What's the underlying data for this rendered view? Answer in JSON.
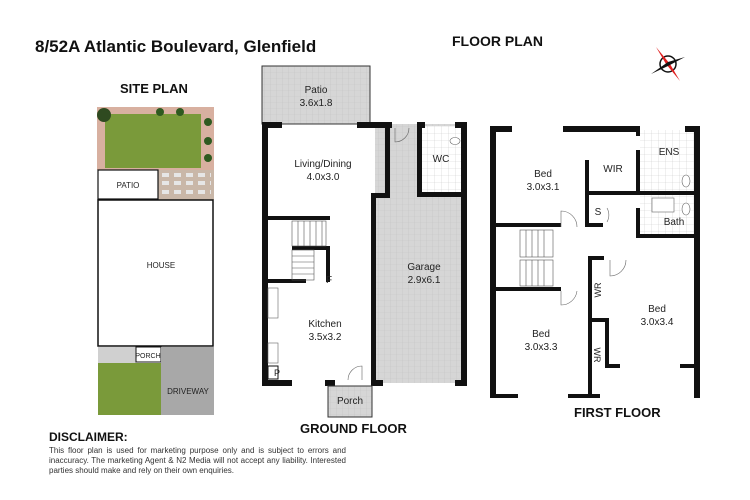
{
  "title": "8/52A Atlantic Boulevard, Glenfield",
  "floor_plan_heading": "FLOOR PLAN",
  "site_plan": {
    "heading": "SITE PLAN",
    "labels": {
      "patio": "PATIO",
      "house": "HOUSE",
      "porch": "PORCH",
      "driveway": "DRIVEWAY"
    }
  },
  "ground_floor": {
    "heading": "GROUND FLOOR",
    "rooms": {
      "patio": {
        "name": "Patio",
        "size": "3.6x1.8"
      },
      "living": {
        "name": "Living/Dining",
        "size": "4.0x3.0"
      },
      "wc": {
        "name": "WC"
      },
      "garage": {
        "name": "Garage",
        "size": "2.9x6.1"
      },
      "fridge": {
        "name": "F"
      },
      "kitchen": {
        "name": "Kitchen",
        "size": "3.5x3.2"
      },
      "pantry": {
        "name": "P"
      },
      "porch": {
        "name": "Porch"
      }
    }
  },
  "first_floor": {
    "heading": "FIRST FLOOR",
    "rooms": {
      "bed1": {
        "name": "Bed",
        "size": "3.0x3.1"
      },
      "wir": {
        "name": "WIR"
      },
      "ens": {
        "name": "ENS"
      },
      "storage": {
        "name": "S"
      },
      "bath": {
        "name": "Bath"
      },
      "wr1": {
        "name": "WR"
      },
      "wr2": {
        "name": "WR"
      },
      "bed2": {
        "name": "Bed",
        "size": "3.0x3.4"
      },
      "bed3": {
        "name": "Bed",
        "size": "3.0x3.3"
      }
    }
  },
  "compass": {
    "icon": "compass-rose-icon",
    "needle_color": "#e02020"
  },
  "disclaimer": {
    "heading": "DISCLAIMER:",
    "text": "This floor plan is used for marketing purpose only and is subject to errors and inaccuracy. The marketing Agent & N2 Media will not accept any liability. Interested parties should make and rely on their own enquiries."
  },
  "colors": {
    "wall": "#111111",
    "tile": "#d4d4d4",
    "grass": "#7a9a3a",
    "path": "#d8b0a0",
    "driveway": "#a8a8a8"
  }
}
